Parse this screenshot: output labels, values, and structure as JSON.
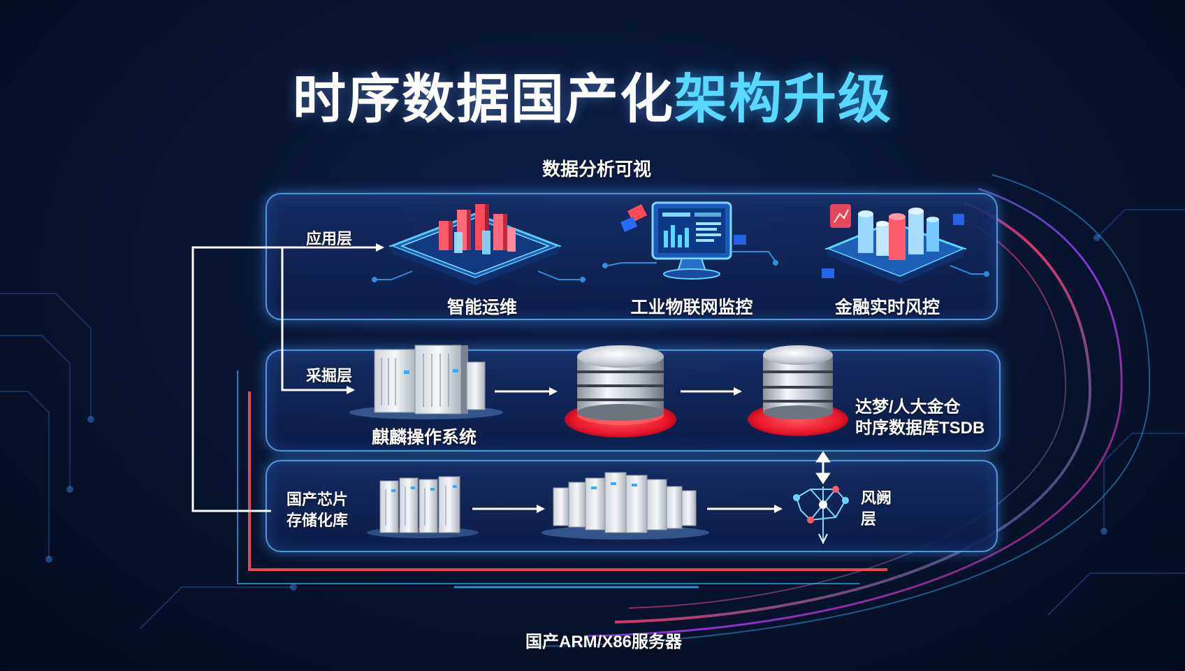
{
  "title": {
    "part_white": "时序数据国产化",
    "part_cyan": "架构升级"
  },
  "subtitle": "数据分析可视",
  "layers": {
    "app_label": "应用层",
    "collect_label": "采掘层",
    "chip_label_line1": "国产芯片",
    "chip_label_line2": "存储化库",
    "network_label_line1": "风阙",
    "network_label_line2": "层"
  },
  "apps": [
    {
      "label": "智能运维",
      "icon": "bar-chart-platform-icon"
    },
    {
      "label": "工业物联网监控",
      "icon": "monitor-dashboard-icon"
    },
    {
      "label": "金融实时风控",
      "icon": "3d-bar-chart-icon"
    }
  ],
  "os": {
    "label": "麒麟操作系统",
    "icon": "server-cabinet-icon"
  },
  "database": {
    "label_line1": "达梦/人大金仓",
    "label_line2": "时序数据库TSDB",
    "icon": "database-stack-icon"
  },
  "footer": "国产ARM/X86服务器",
  "colors": {
    "accent_cyan": "#5ad8ff",
    "panel_border": "#6ebeff",
    "db_red": "#e8162a",
    "trace_red": "#ff4a5c"
  }
}
